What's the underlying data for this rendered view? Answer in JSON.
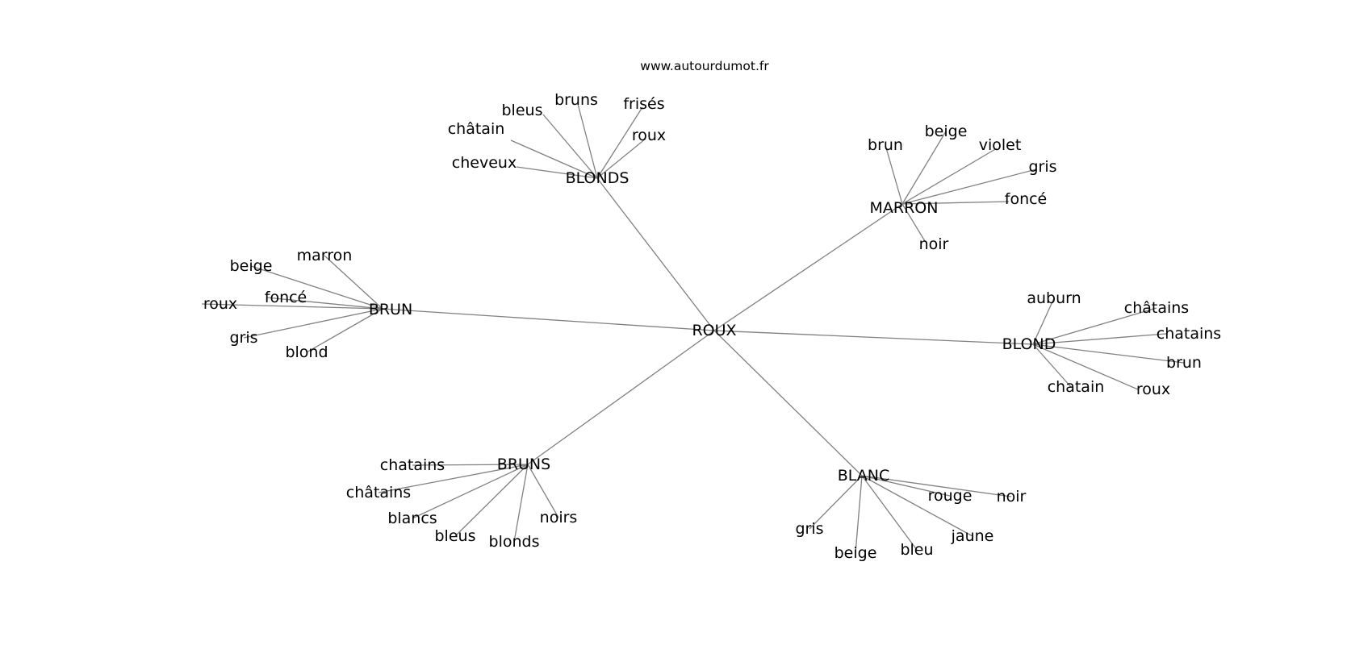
{
  "watermark": "www.autourdumot.fr",
  "center": "ROUX",
  "clusters": [
    {
      "label": "BLONDS",
      "words": [
        "cheveux",
        "châtain",
        "bleus",
        "bruns",
        "frisés",
        "roux"
      ]
    },
    {
      "label": "MARRON",
      "words": [
        "brun",
        "beige",
        "violet",
        "gris",
        "foncé",
        "noir"
      ]
    },
    {
      "label": "BRUN",
      "words": [
        "marron",
        "beige",
        "foncé",
        "roux",
        "gris",
        "blond"
      ]
    },
    {
      "label": "BLOND",
      "words": [
        "auburn",
        "châtains",
        "chatains",
        "brun",
        "roux",
        "chatain"
      ]
    },
    {
      "label": "BRUNS",
      "words": [
        "chatains",
        "châtains",
        "blancs",
        "bleus",
        "blonds",
        "noirs"
      ]
    },
    {
      "label": "BLANC",
      "words": [
        "noir",
        "rouge",
        "jaune",
        "bleu",
        "beige",
        "gris"
      ]
    }
  ]
}
